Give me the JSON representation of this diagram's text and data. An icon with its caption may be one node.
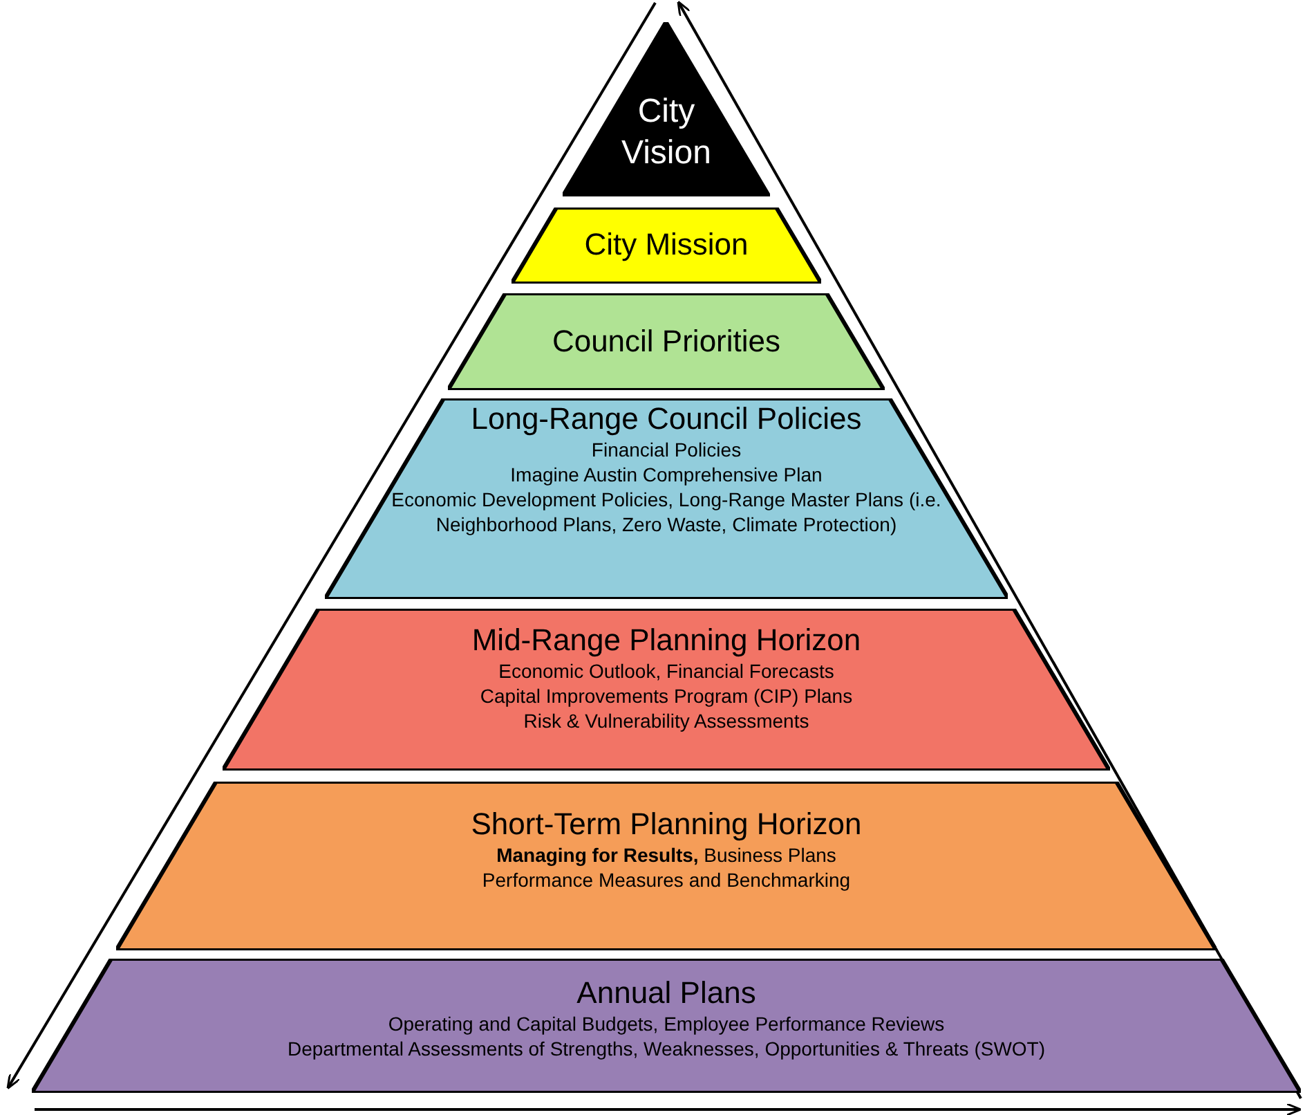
{
  "diagram": {
    "nodes": [
      {
        "text": [
          "City Vision"
        ]
      },
      {
        "text": [
          "City Mission"
        ]
      },
      {
        "text": [
          "Council Priorities"
        ]
      },
      {
        "text": [
          "Long-Range Council Policies",
          "Financial Policies",
          "Imagine Austin Comprehensive Plan",
          "Economic Development Policies, Long-Range Master Plans (i.e. Neighborhood Plans, Zero Waste, Climate Protection)"
        ]
      },
      {
        "text": [
          "Mid-Range Planning Horizon",
          "Economic Outlook, Financial Forecasts",
          "Capital Improvements Program (CIP) Plans",
          "Risk & Vulnerability Assessments"
        ]
      },
      {
        "text": [
          "Short-Term Planning Horizon",
          "**Managing for Results,** Business Plans",
          "Performance Measures and Benchmarking"
        ]
      },
      {
        "text": [
          "Annual Plans",
          "Operating and Capital Budgets, Employee Performance Reviews",
          "Departmental Assessments of Strengths, Weaknesses, Opportunities & Threats (SWOT)"
        ]
      }
    ]
  }
}
